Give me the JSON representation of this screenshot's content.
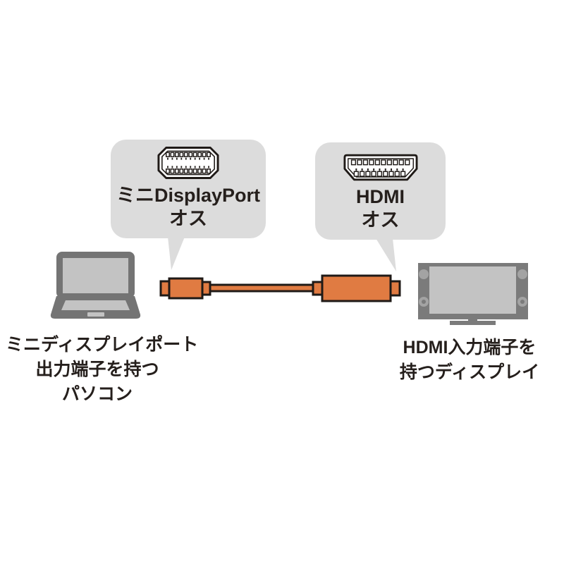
{
  "colors": {
    "background": "#ffffff",
    "bubble_gray": "#dcdcdc",
    "cable_orange": "#e07b42",
    "outline_dark": "#1f1a17",
    "device_gray": "#747474",
    "screen_gray": "#c3c3c3",
    "tv_gray": "#7b7b7b",
    "tv_circle_gray": "#a3a3a3",
    "text_dark": "#251f1c"
  },
  "callout_left": {
    "icon": "mini-displayport-connector-icon",
    "label_line1": "ミニDisplayPort",
    "label_line2": "オス"
  },
  "callout_right": {
    "icon": "hdmi-connector-icon",
    "label_line1": "HDMI",
    "label_line2": "オス"
  },
  "caption_left": {
    "line1": "ミニディスプレイポート",
    "line2": "出力端子を持つ",
    "line3": "パソコン"
  },
  "caption_right": {
    "line1": "HDMI入力端子を",
    "line2": "持つディスプレイ"
  }
}
